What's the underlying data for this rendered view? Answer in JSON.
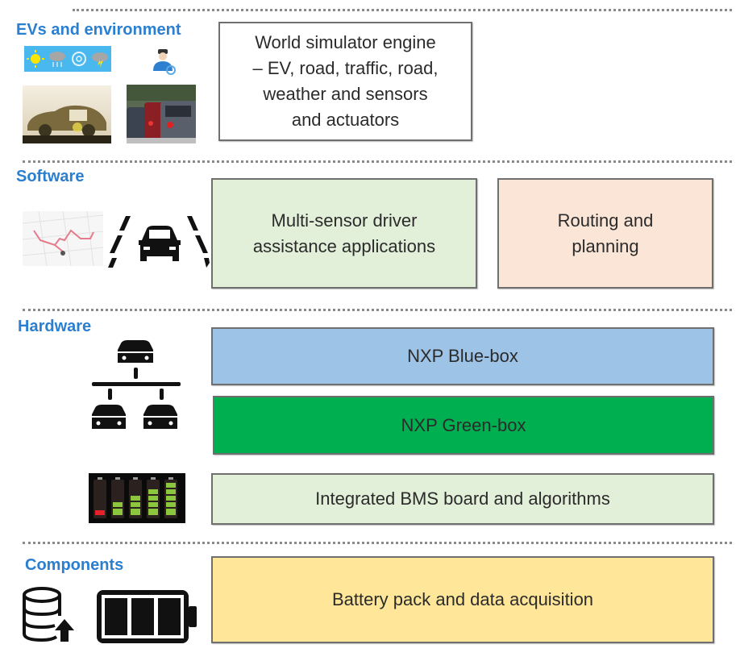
{
  "sections": {
    "evs": {
      "title": "EVs and environment"
    },
    "software": {
      "title": "Software"
    },
    "hardware": {
      "title": "Hardware"
    },
    "components": {
      "title": "Components"
    }
  },
  "boxes": {
    "world_simulator": {
      "lines": [
        "World simulator engine",
        "– EV, road, traffic, road,",
        "weather and sensors",
        "and actuators"
      ],
      "fill": "#ffffff"
    },
    "driver_assistance": {
      "lines": [
        "Multi-sensor driver",
        "assistance applications"
      ],
      "fill": "#e2efd9"
    },
    "routing": {
      "lines": [
        "Routing and",
        "planning"
      ],
      "fill": "#fbe5d6"
    },
    "blue_box": {
      "label": "NXP Blue-box",
      "fill": "#9dc3e6"
    },
    "green_box": {
      "label": "NXP Green-box",
      "fill": "#00b050"
    },
    "bms": {
      "label": "Integrated BMS board and algorithms",
      "fill": "#e2efd9"
    },
    "battery_pack": {
      "label": "Battery pack and data acquisition",
      "fill": "#ffe699"
    }
  },
  "icons": {
    "weather": [
      "sun-icon",
      "rain-cloud-icon",
      "snowflake-icon",
      "storm-cloud-icon"
    ],
    "driver": "driver-avatar-icon",
    "ev_photo": "electric-car-photo",
    "traffic_photo": "traffic-jam-photo",
    "route_map": "route-map-icon",
    "lane_assist": "lane-assist-car-icon",
    "network": "vehicle-network-icon",
    "battery_levels": "battery-levels-icon",
    "database_upload": "database-upload-icon",
    "battery": "battery-full-icon"
  },
  "colors": {
    "section_title": "#2a7fd0",
    "divider": "#8a8a8a"
  }
}
